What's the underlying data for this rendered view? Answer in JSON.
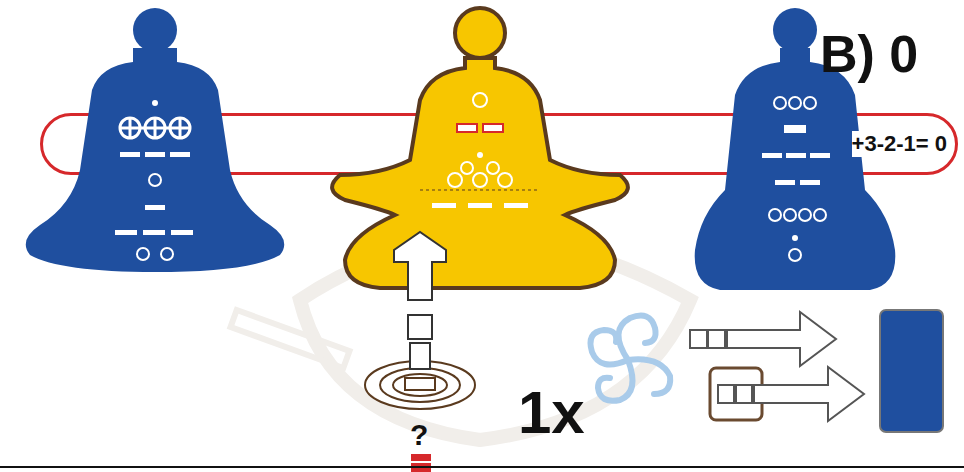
{
  "diagram": {
    "nodes": [
      {
        "text": [
          "+3-2-1= 0"
        ]
      }
    ],
    "labels": [
      "B) 0",
      "1x",
      "?"
    ]
  }
}
